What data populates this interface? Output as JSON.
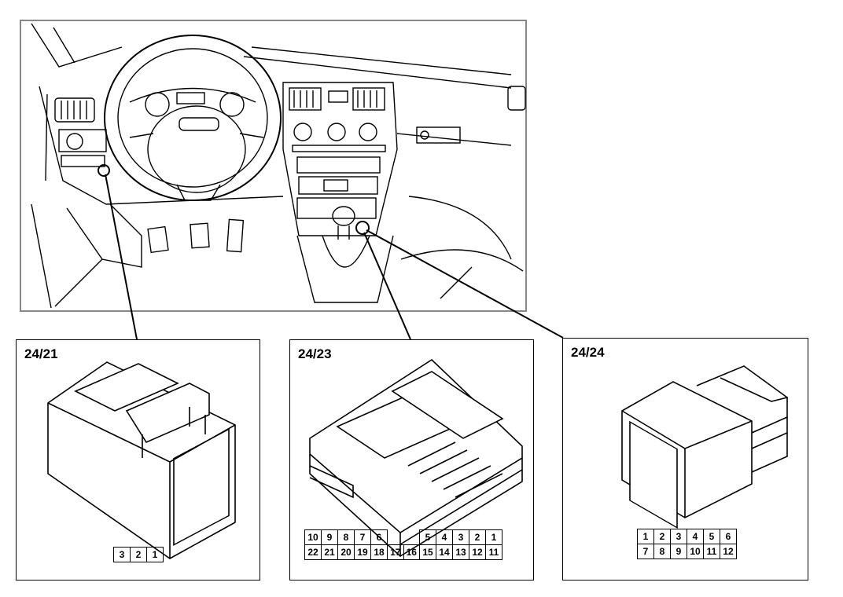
{
  "connectors": [
    {
      "id": "24/21",
      "pin_rows": [
        [
          "3",
          "2",
          "1"
        ]
      ]
    },
    {
      "id": "24/23",
      "pin_rows": [
        [
          "10",
          "9",
          "8",
          "7",
          "6",
          "",
          "",
          "5",
          "4",
          "3",
          "2",
          "1"
        ],
        [
          "22",
          "21",
          "20",
          "19",
          "18",
          "17",
          "16",
          "15",
          "14",
          "13",
          "12",
          "11"
        ]
      ]
    },
    {
      "id": "24/24",
      "pin_rows": [
        [
          "1",
          "2",
          "3",
          "4",
          "5",
          "6"
        ],
        [
          "7",
          "8",
          "9",
          "10",
          "11",
          "12"
        ]
      ]
    }
  ]
}
